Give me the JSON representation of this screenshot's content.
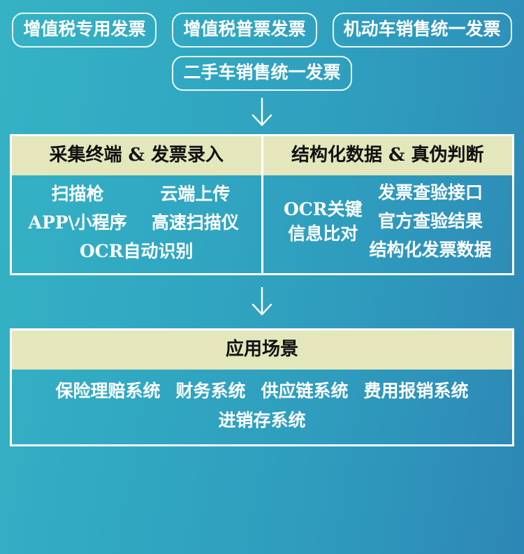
{
  "invoice_types": {
    "row1": [
      {
        "label": "增值税专用发票"
      },
      {
        "label": "增值税普票发票"
      },
      {
        "label": "机动车销售统一发票"
      }
    ],
    "row2": [
      {
        "label": "二手车销售统一发票"
      }
    ]
  },
  "arrows": {
    "icon": "arrow-down-icon"
  },
  "middle_panel": {
    "left": {
      "header": "采集终端 & 发票录入",
      "items": [
        "扫描枪",
        "云端上传",
        "APP\\小程序",
        "高速扫描仪",
        "OCR自动识别"
      ]
    },
    "right": {
      "header": "结构化数据 & 真伪判断",
      "ocr_line1": "OCR关键",
      "ocr_line2": "信息比对",
      "items": [
        "发票查验接口",
        "官方查验结果",
        "结构化发票数据"
      ]
    }
  },
  "bottom_panel": {
    "header": "应用场景",
    "items": [
      "保险理赔系统",
      "财务系统",
      "供应链系统",
      "费用报销系统",
      "进销存系统"
    ]
  },
  "colors": {
    "background_start": "#35b3c4",
    "background_end": "#2d86b5",
    "panel_border": "#ffffff",
    "header_band": "#e3e7bb",
    "header_text": "#111111",
    "body_text": "#ffffff"
  }
}
